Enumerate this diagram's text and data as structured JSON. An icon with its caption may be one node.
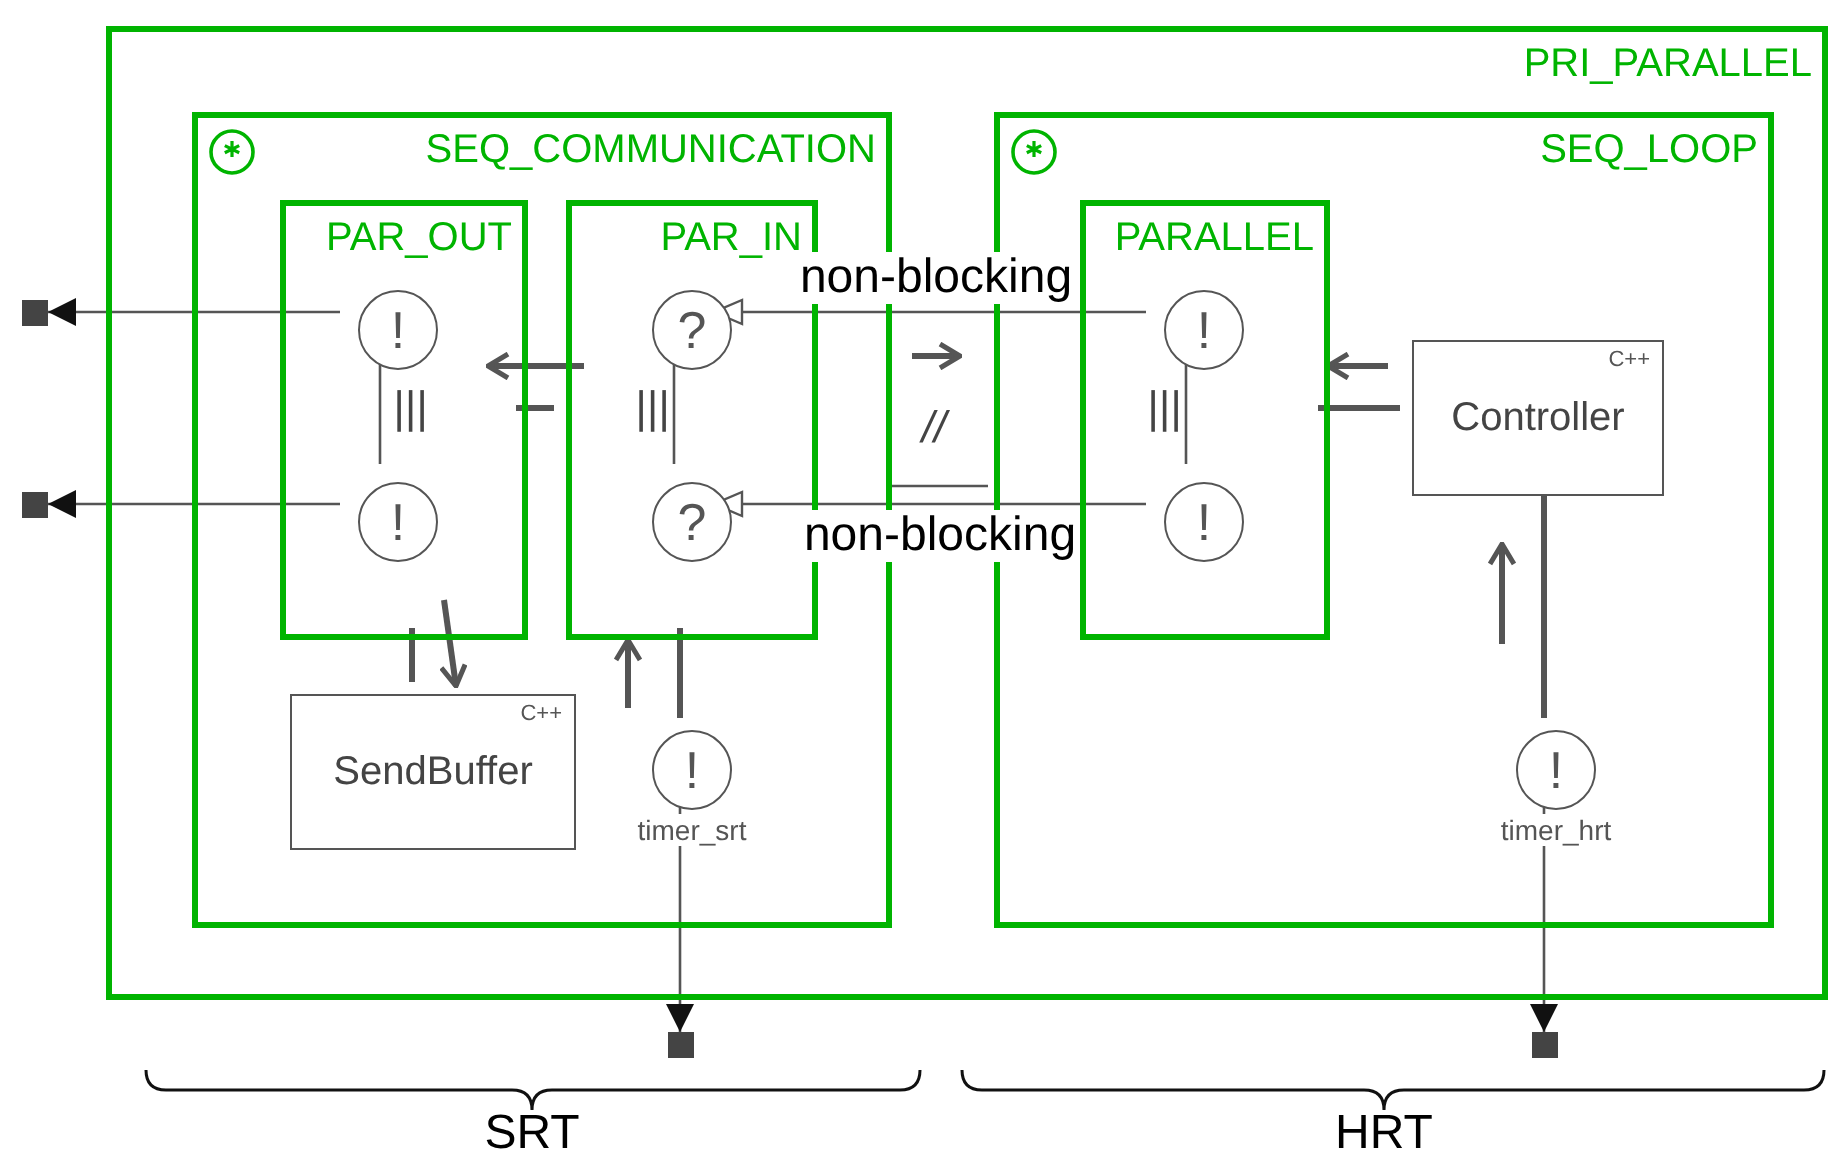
{
  "diagram": {
    "nodes": [
      {
        "text": [
          "PRI_PARALLEL"
        ]
      },
      {
        "text": [
          "SEQ_COMMUNICATION"
        ],
        "in": 0
      },
      {
        "text": [
          "PAR_OUT"
        ],
        "in": 1
      },
      {
        "text": [
          "PAR_IN"
        ],
        "in": 1
      },
      {
        "text": [
          "!"
        ],
        "in": 2
      },
      {
        "text": [
          "!"
        ],
        "in": 2
      },
      {
        "text": [
          "?"
        ],
        "in": 3
      },
      {
        "text": [
          "?"
        ],
        "in": 3
      },
      {
        "text": [
          "C++",
          "SendBuffer"
        ],
        "in": 1
      },
      {
        "text": [
          "!"
        ],
        "in": 1,
        "beside": [
          "timer_srt"
        ]
      },
      {
        "text": [
          "SEQ_LOOP"
        ],
        "in": 0
      },
      {
        "text": [
          "PARALLEL"
        ],
        "in": 10
      },
      {
        "text": [
          "!"
        ],
        "in": 11
      },
      {
        "text": [
          "!"
        ],
        "in": 11
      },
      {
        "text": [
          "C++",
          "Controller"
        ],
        "in": 10
      },
      {
        "text": [
          "!"
        ],
        "in": 10,
        "beside": [
          "timer_hrt"
        ]
      },
      {
        "text": [],
        "shape": "box"
      },
      {
        "text": [],
        "shape": "box"
      },
      {
        "text": [],
        "shape": "box"
      },
      {
        "text": [],
        "shape": "box"
      }
    ],
    "edges": [
      {
        "from": 4,
        "to": 16,
        "arrow": "to"
      },
      {
        "from": 5,
        "to": 17,
        "arrow": "to"
      },
      {
        "from": 12,
        "to": 6,
        "arrow": "to",
        "label": "non-blocking"
      },
      {
        "from": 13,
        "to": 7,
        "arrow": "to",
        "label": "non-blocking"
      },
      {
        "from": 4,
        "to": 5,
        "arrow": "none",
        "label": "|||"
      },
      {
        "from": 6,
        "to": 7,
        "arrow": "none",
        "label": "|||"
      },
      {
        "from": 12,
        "to": 13,
        "arrow": "none",
        "label": "|||"
      },
      {
        "from": 2,
        "to": 3,
        "arrow": "none",
        "style": "thick"
      },
      {
        "from": 8,
        "to": 2,
        "arrow": "none",
        "style": "thick"
      },
      {
        "from": 9,
        "to": 3,
        "arrow": "none",
        "style": "thick"
      },
      {
        "from": 14,
        "to": 11,
        "arrow": "none",
        "style": "thick"
      },
      {
        "from": 15,
        "to": 14,
        "arrow": "none",
        "style": "thick"
      },
      {
        "from": 9,
        "to": 18,
        "arrow": "to"
      },
      {
        "from": 15,
        "to": 19,
        "arrow": "to"
      },
      {
        "from": 1,
        "to": 10,
        "arrow": "none",
        "label": "//"
      }
    ],
    "labels": [
      "SRT",
      "HRT"
    ]
  }
}
